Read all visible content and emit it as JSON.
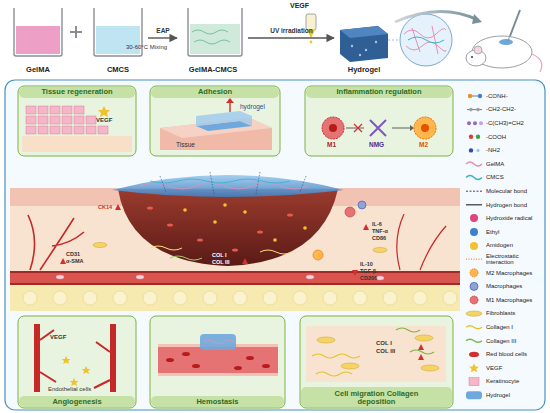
{
  "diagram": {
    "nodes": [
      {
        "text": [
          "GelMA"
        ]
      },
      {
        "text": [
          "CMCS"
        ]
      },
      {
        "text": [
          "GelMA-CMCS"
        ]
      },
      {
        "text": [
          "VEGF"
        ]
      },
      {
        "text": [
          "Hydrogel"
        ]
      },
      {
        "text": [
          "Tissue regeneration"
        ]
      },
      {
        "text": [
          "Adhesion"
        ]
      },
      {
        "text": [
          "Inflammation regulation"
        ]
      },
      {
        "text": [
          "Angiogenesis"
        ]
      },
      {
        "text": [
          "Hemostasis"
        ]
      },
      {
        "text": [
          "Cell migration Collagen deposition"
        ]
      }
    ],
    "edges": [
      {
        "from": 1,
        "to": 2,
        "arrow": "to",
        "label": "EAP"
      },
      {
        "from": 2,
        "to": 4,
        "arrow": "to",
        "label": "UV irradiation"
      }
    ],
    "labels": [
      "30-60°C Mixing",
      "VEGF",
      "hydrogel",
      "Tissue",
      "M1",
      "NMG",
      "M2",
      "CK14",
      "CD31",
      "α-SMA",
      "IL-6",
      "TNF-α",
      "CD86",
      "IL-10",
      "TGF-β",
      "CD206",
      "COL I",
      "COL III",
      "VEGF",
      "Endothelial cells",
      "COL I",
      "COL III"
    ],
    "legend": [
      {
        "text": "-CONH-"
      },
      {
        "text": "-CH2-CH2-"
      },
      {
        "text": "-C(CH3)=CH2"
      },
      {
        "text": "-COOH"
      },
      {
        "text": "-NH2"
      },
      {
        "text": "GelMA"
      },
      {
        "text": "CMCS"
      },
      {
        "text": "Molecular bond"
      },
      {
        "text": "Hydrogen bond"
      },
      {
        "text": "Hydroxide radical",
        "color": "#e0457b"
      },
      {
        "text": "Ethyl",
        "color": "#3f7fd0"
      },
      {
        "text": "Amidogen",
        "color": "#f2c12e"
      },
      {
        "text": "Electrostatic interaction"
      },
      {
        "text": "M2 Macrophages"
      },
      {
        "text": "Macrophages"
      },
      {
        "text": "M1 Macrophages"
      },
      {
        "text": "Fibroblasts"
      },
      {
        "text": "Collagen I"
      },
      {
        "text": "Collagen III"
      },
      {
        "text": "Red blood cells"
      },
      {
        "text": "VEGF"
      },
      {
        "text": "Keratinocyte"
      },
      {
        "text": "Hydrogel"
      }
    ]
  }
}
